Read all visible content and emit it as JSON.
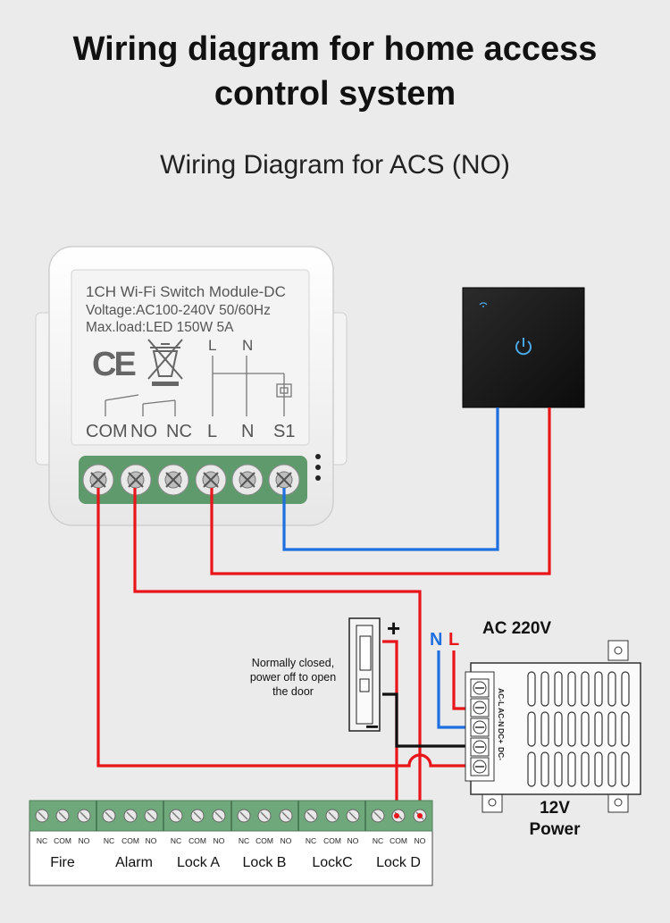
{
  "header": {
    "title_line1": "Wiring diagram for home access",
    "title_line2": "control system",
    "subtitle": "Wiring Diagram for ACS (NO)"
  },
  "module": {
    "name": "1CH Wi-Fi Switch Module-DC",
    "voltage": "Voltage:AC100-240V 50/60Hz",
    "maxload": "Max.load:LED 150W 5A",
    "ce_mark": "CE",
    "top_L": "L",
    "top_N": "N",
    "terminals": [
      "COM",
      "NO",
      "NC",
      "L",
      "N",
      "S1"
    ]
  },
  "lock": {
    "note": [
      "Normally closed,",
      "power off to open",
      "the door"
    ],
    "plus": "+",
    "minus": "−"
  },
  "power": {
    "ac_label": "AC 220V",
    "n_label": "N",
    "l_label": "L",
    "terminals": [
      "AC-L",
      "AC-N",
      "DC+",
      "DC-"
    ],
    "output_line1": "12V",
    "output_line2": "Power"
  },
  "controller": {
    "groups": [
      "Fire",
      "Alarm",
      "Lock A",
      "Lock B",
      "LockC",
      "Lock D"
    ],
    "pins": [
      "NC",
      "COM",
      "NO"
    ]
  },
  "colors": {
    "live": "#e8151b",
    "neutral": "#1e6fe0",
    "dc_negative": "#111111",
    "terminal_green": "#6fa87b",
    "panel_black": "#1c1c1c",
    "power_icon": "#4aa8e8"
  }
}
